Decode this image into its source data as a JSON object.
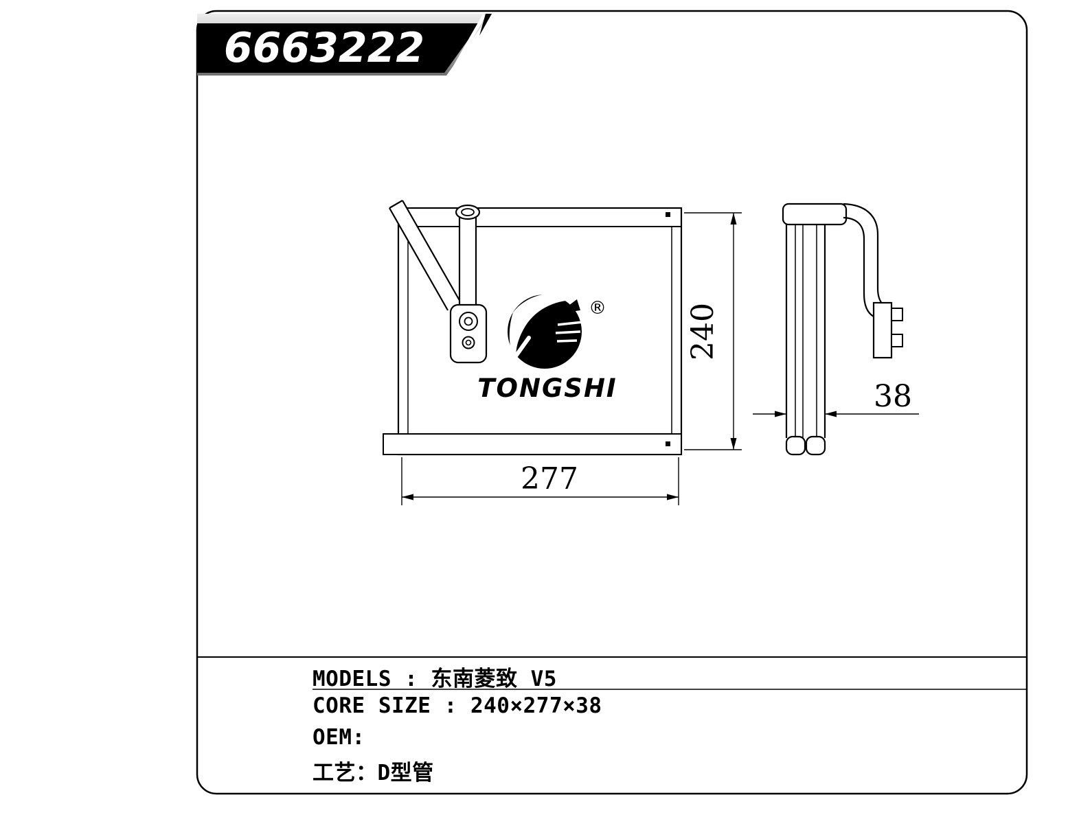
{
  "banner": {
    "part_number": "6663222"
  },
  "drawing": {
    "logo": {
      "brand": "TONGSHI",
      "registered_mark": "®"
    },
    "dimensions": {
      "width": "277",
      "height": "240",
      "depth": "38"
    }
  },
  "specs": {
    "models": "MODELS : 东南菱致 V5",
    "core_size": "CORE SIZE : 240×277×38",
    "oem": "OEM:",
    "process": "工艺：D型管"
  }
}
